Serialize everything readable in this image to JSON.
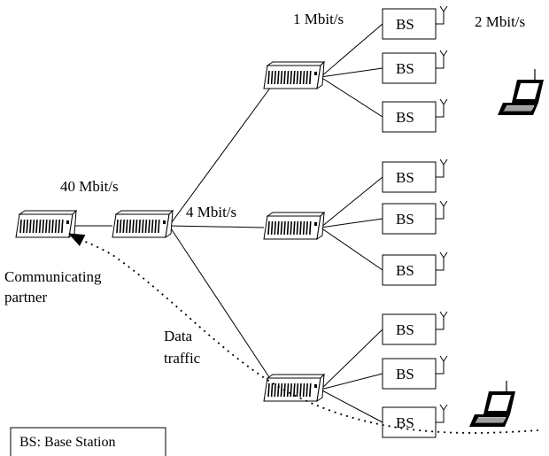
{
  "labels": {
    "rate_1": "1 Mbit/s",
    "rate_2": "2 Mbit/s",
    "rate_40": "40 Mbit/s",
    "rate_4": "4 Mbit/s",
    "partner_line1": "Communicating",
    "partner_line2": "partner",
    "traffic_line1": "Data",
    "traffic_line2": "traffic",
    "legend": "BS: Base Station",
    "bs": "BS"
  }
}
